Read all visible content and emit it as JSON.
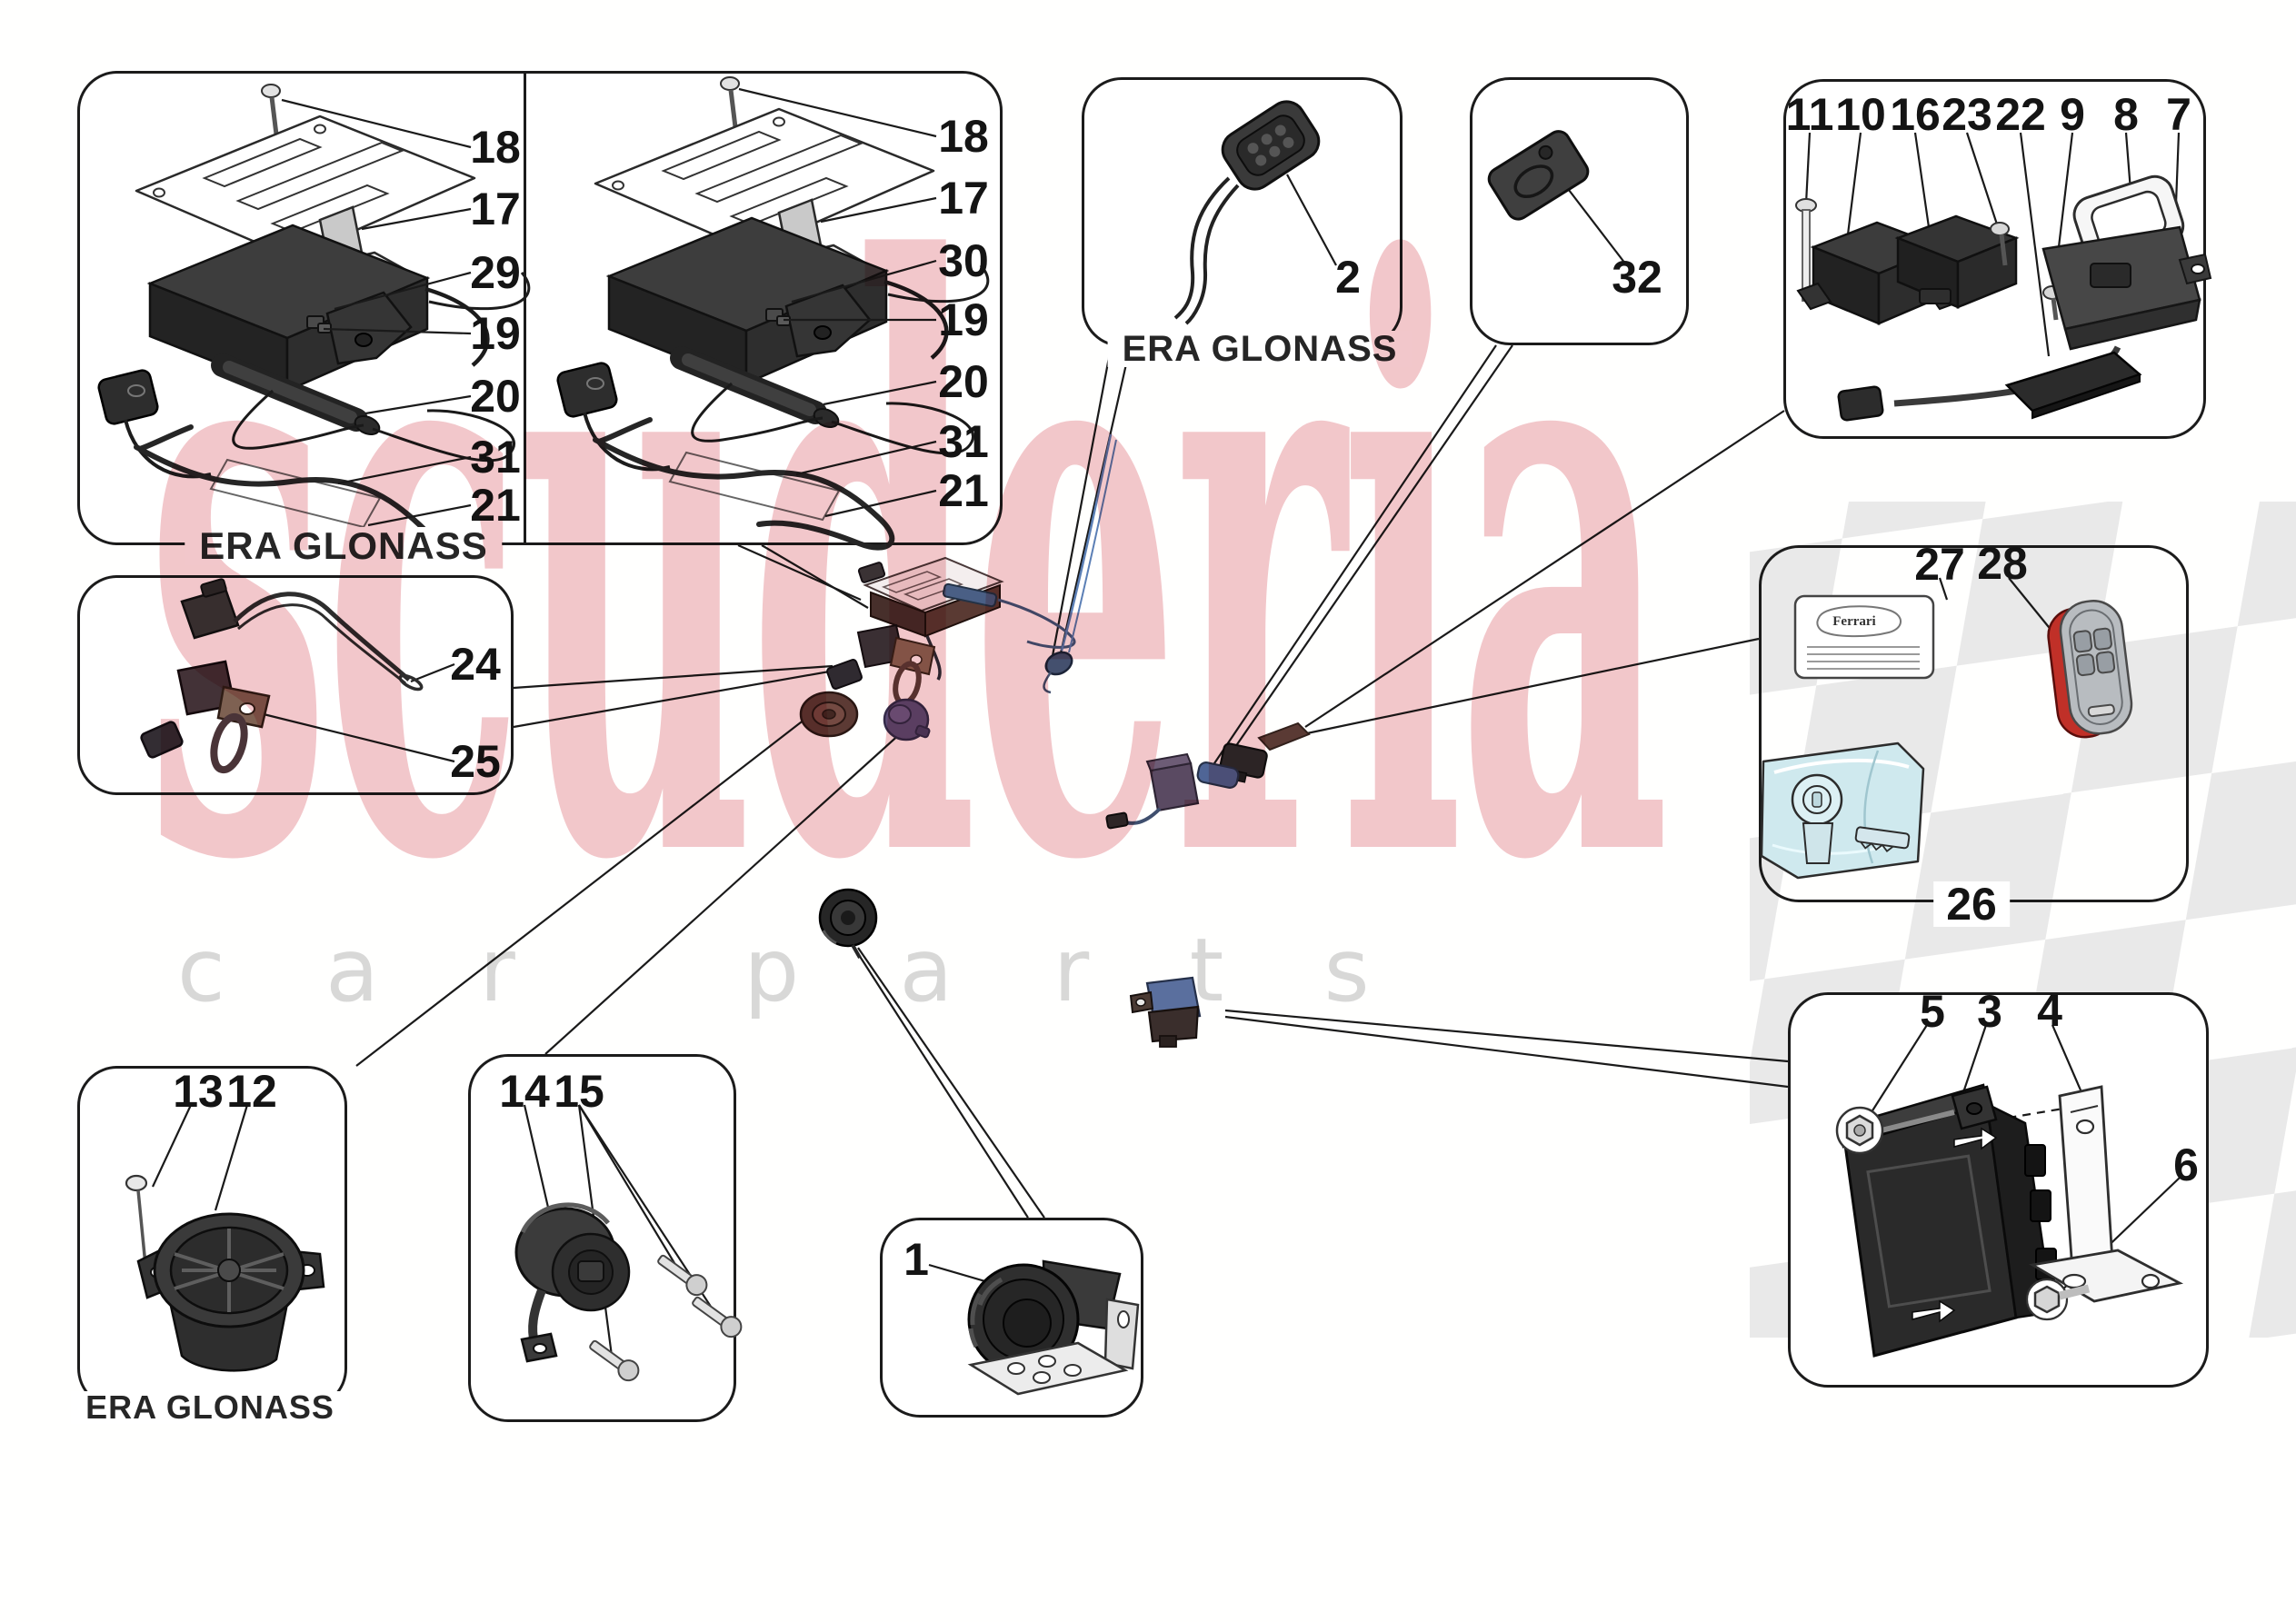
{
  "watermark": {
    "line1": "scuderia",
    "line2": "car parts",
    "pink": "#f2c7cb",
    "gray": "#d8d8d8"
  },
  "panels": {
    "era_modules": {
      "title": "ERA GLONASS",
      "left_callouts": [
        "18",
        "17",
        "29",
        "19",
        "20",
        "31",
        "21"
      ],
      "right_callouts": [
        "18",
        "17",
        "30",
        "19",
        "20",
        "31",
        "21"
      ]
    },
    "harness": {
      "callouts": [
        "24",
        "25"
      ]
    },
    "era_mic": {
      "title": "ERA GLONASS",
      "callouts": [
        "2"
      ]
    },
    "remote_card": {
      "callouts": [
        "32"
      ]
    },
    "control_units": {
      "callouts": [
        "11",
        "10",
        "16",
        "23",
        "22",
        "9",
        "8",
        "7"
      ]
    },
    "key_kit": {
      "callouts": [
        "27",
        "28",
        "26"
      ],
      "card_brand": "Ferrari"
    },
    "era_speaker": {
      "title": "ERA GLONASS",
      "callouts": [
        "13",
        "12"
      ]
    },
    "siren": {
      "callouts": [
        "14",
        "15"
      ]
    },
    "horn": {
      "callouts": [
        "1"
      ]
    },
    "alarm_ecu": {
      "callouts": [
        "5",
        "3",
        "4",
        "6"
      ]
    }
  }
}
